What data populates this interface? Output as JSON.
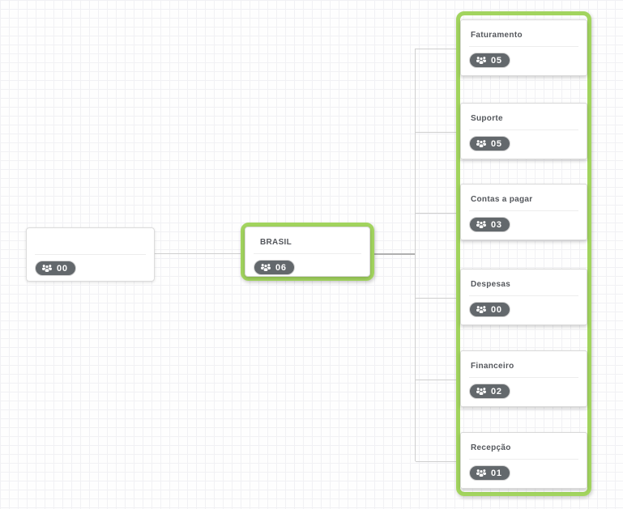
{
  "app": {
    "view": "organization-chart-canvas"
  },
  "colors": {
    "selection_green": "#a2d45e",
    "badge_bg": "#63686c",
    "badge_text": "#ffffff",
    "node_border": "#dcdcdc",
    "connector": "#cfcfcf",
    "title_text": "#54575c"
  },
  "icons": {
    "badge_icon": "users-group-icon"
  },
  "nodes": {
    "root": {
      "title": "",
      "member_count": "00"
    },
    "parent": {
      "title": "BRASIL",
      "member_count": "06",
      "selected": true
    },
    "children": [
      {
        "title": "Faturamento",
        "member_count": "05"
      },
      {
        "title": "Suporte",
        "member_count": "05"
      },
      {
        "title": "Contas a pagar",
        "member_count": "03"
      },
      {
        "title": "Despesas",
        "member_count": "00"
      },
      {
        "title": "Financeiro",
        "member_count": "02"
      },
      {
        "title": "Recepção",
        "member_count": "01"
      }
    ]
  }
}
